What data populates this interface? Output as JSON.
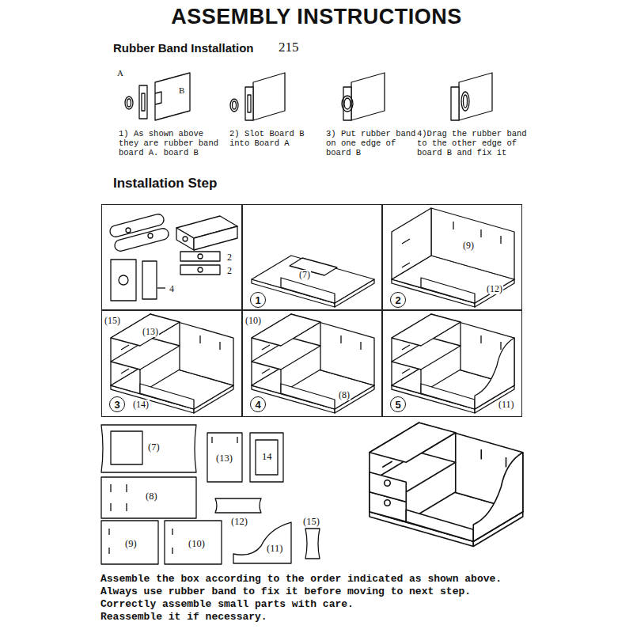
{
  "diagram": {
    "title": "ASSEMBLY INSTRUCTIONS",
    "nodes": [
      {
        "text": [
          "2",
          "2",
          "4"
        ]
      },
      {
        "text": [
          "(7)"
        ]
      },
      {
        "text": [
          "1"
        ],
        "in": 1
      },
      {
        "text": [
          "(9)",
          "(12)"
        ]
      },
      {
        "text": [
          "2"
        ],
        "in": 3
      },
      {
        "text": [
          "(15)",
          "(13)",
          "(14)"
        ]
      },
      {
        "text": [
          "3"
        ],
        "in": 5
      },
      {
        "text": [
          "(10)",
          "(8)"
        ]
      },
      {
        "text": [
          "4"
        ],
        "in": 7
      },
      {
        "text": [
          "(11)"
        ]
      },
      {
        "text": [
          "5"
        ],
        "in": 9
      }
    ],
    "labels": [
      "Rubber Band Installation",
      "215",
      "A",
      "B",
      "1) As shown above they are rubber band board A. board B",
      "2) Slot Board B into Board A",
      "3) Put rubber band on one edge of board B",
      "4)Drag the rubber band to the other edge of board B and fix it",
      "Installation Step",
      "(7)",
      "(13)",
      "14",
      "(8)",
      "(12)",
      "(15)",
      "(9)",
      "(10)",
      "(11)",
      "Assemble the box according to the order indicated as shown above.",
      "Always use rubber band to fix it before moving to next step.",
      "Correctly assemble small parts with care.",
      "Reassemble it if necessary."
    ]
  }
}
